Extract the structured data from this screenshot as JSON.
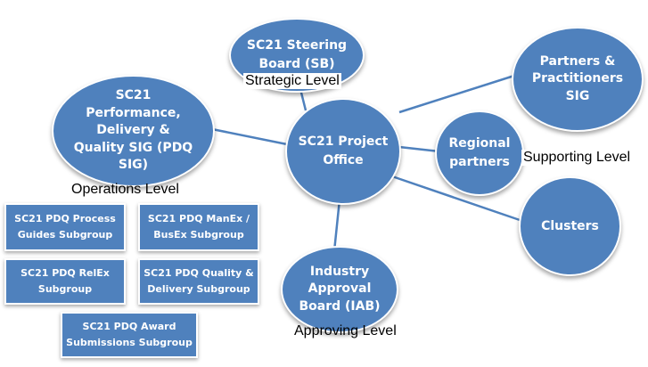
{
  "nodes": {
    "project_office": "SC21 Project\nOffice",
    "steering_board": "SC21 Steering\nBoard (SB)",
    "pdq_sig": "SC21\nPerformance,\nDelivery &\nQuality SIG (PDQ\nSIG)",
    "partners_sig": "Partners &\nPractitioners\nSIG",
    "regional_partners": "Regional\npartners",
    "clusters": "Clusters",
    "iab": "Industry\nApproval\nBoard (IAB)"
  },
  "subgroups": {
    "process_guides": "SC21 PDQ Process\nGuides Subgroup",
    "manex_busex": "SC21 PDQ ManEx /\nBusEx Subgroup",
    "relex": "SC21 PDQ RelEx\nSubgroup",
    "quality_delivery": "SC21 PDQ Quality &\nDelivery Subgroup",
    "award_submissions": "SC21 PDQ Award\nSubmissions Subgroup"
  },
  "levels": {
    "strategic": "Strategic Level",
    "operations": "Operations Level",
    "supporting": "Supporting Level",
    "approving": "Approving Level"
  },
  "colors": {
    "node_fill": "#4f81bd",
    "connector": "#4f81bd",
    "text": "#ffffff"
  }
}
